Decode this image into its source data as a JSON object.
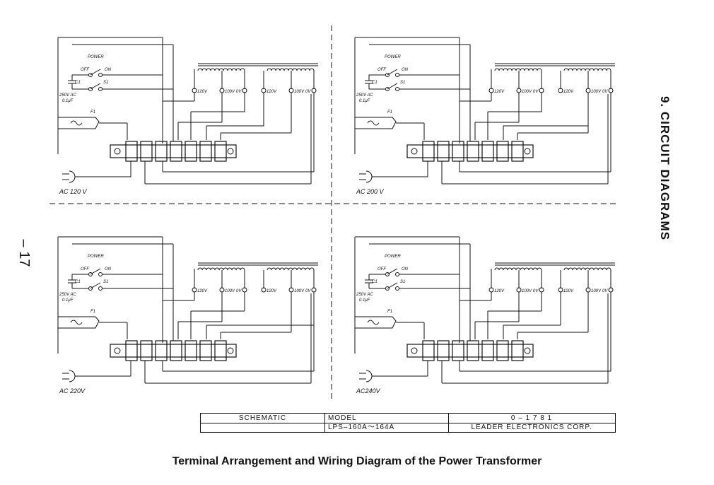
{
  "page_number": "– 17 –",
  "section_title": "9.  CIRCUIT DIAGRAMS",
  "caption": "Terminal Arrangement and Wiring Diagram of the Power Transformer",
  "labels": {
    "power": "POWER",
    "off": "OFF",
    "on": "ON",
    "c1": "C1",
    "s1": "S1",
    "cap_rating_1": "250V AC",
    "cap_rating_2": "0.1μF",
    "fuse": "F1",
    "tap_120": "120V",
    "tap_100": "100V",
    "tap_0": "0V"
  },
  "panels": [
    {
      "voltage_label": "AC 120 V"
    },
    {
      "voltage_label": "AC 200 V"
    },
    {
      "voltage_label": "AC 220V"
    },
    {
      "voltage_label": "AC240V"
    }
  ],
  "title_block": {
    "schematic": "SCHEMATIC",
    "model_label": "MODEL",
    "model_value": "LPS–160A～164A",
    "doc_number": "0 – 1 7 8 1",
    "company": "LEADER ELECTRONICS CORP."
  }
}
